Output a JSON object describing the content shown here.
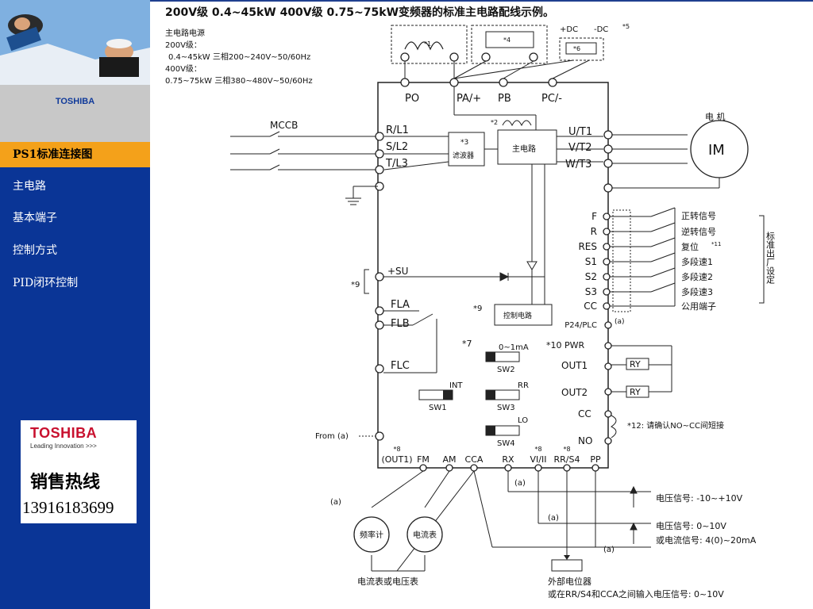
{
  "sidebar": {
    "brand": "TOSHIBA",
    "items": [
      {
        "label": "PS1标准连接图",
        "active": true
      },
      {
        "label": "主电路"
      },
      {
        "label": "基本端子"
      },
      {
        "label": "控制方式"
      },
      {
        "label": "PID闭环控制"
      }
    ],
    "promo": {
      "logo": "TOSHIBA",
      "tagline": "Leading Innovation >>>",
      "label": "销售热线",
      "phone": "13916183699"
    }
  },
  "diagram": {
    "title": "200V级 0.4~45kW 400V级 0.75~75kW变频器的标准主电路配线示例。",
    "power_lines": [
      "主电路电源",
      "200V级：",
      "0.4~45kW 三相200~240V~50/60Hz",
      "400V级：",
      "0.75~75kW 三相380~480V~50/60Hz"
    ],
    "terminals_top": [
      "PO",
      "PA/+",
      "PB",
      "PC/-"
    ],
    "dc_labels": [
      "+DC",
      "-DC",
      "*5",
      "*1",
      "*4",
      "*6",
      "*2"
    ],
    "mccb": "MCCB",
    "inputs": [
      "R/L1",
      "S/L2",
      "T/L3"
    ],
    "outputs": [
      "U/T1",
      "V/T2",
      "W/T3"
    ],
    "filter": [
      "*3",
      "滤波器"
    ],
    "main_circuit": "主电路",
    "motor_label": "电 机",
    "motor": "IM",
    "control_circuit": "控制电路",
    "star9": "*9",
    "su": "+SU",
    "fl": [
      "FLA",
      "FLB",
      "FLC"
    ],
    "inputs_right": [
      "F",
      "R",
      "RES",
      "S1",
      "S2",
      "S3",
      "CC"
    ],
    "input_signals": [
      "正转信号",
      "逆转信号",
      "复位",
      "多段速1",
      "多段速2",
      "多段速3",
      "公用端子"
    ],
    "reset_note": "*11",
    "input_group": "标准出厂设定",
    "p24": "P24/PLC",
    "a_label": "(a)",
    "star7": "*7",
    "pwr": "*10 PWR",
    "out1": "OUT1",
    "out2": "OUT2",
    "cc2": "CC",
    "no": "NO",
    "ry": "RY",
    "switches": [
      {
        "top": "0~1mA",
        "bottom": "SW2"
      },
      {
        "top": "INT",
        "bottom": "SW1"
      },
      {
        "top": "RR",
        "bottom": "SW3"
      },
      {
        "top": "LO",
        "bottom": "SW4"
      }
    ],
    "note12": "*12: 请确认NO~CC间短接",
    "from_a": "From (a)",
    "bottom_terms": [
      "(OUT1)",
      "FM",
      "AM",
      "CCA",
      "RX",
      "VI/II",
      "RR/S4",
      "PP"
    ],
    "star8": "*8",
    "meters": [
      "频率计",
      "电流表"
    ],
    "meters_caption": "电流表或电压表",
    "sig1": "电压信号: -10~+10V",
    "sig2": "电压信号: 0~10V",
    "sig3": "或电流信号: 4(0)~20mA",
    "pot": "外部电位器",
    "pot_note": "或在RR/S4和CCA之间输入电压信号: 0~10V"
  }
}
